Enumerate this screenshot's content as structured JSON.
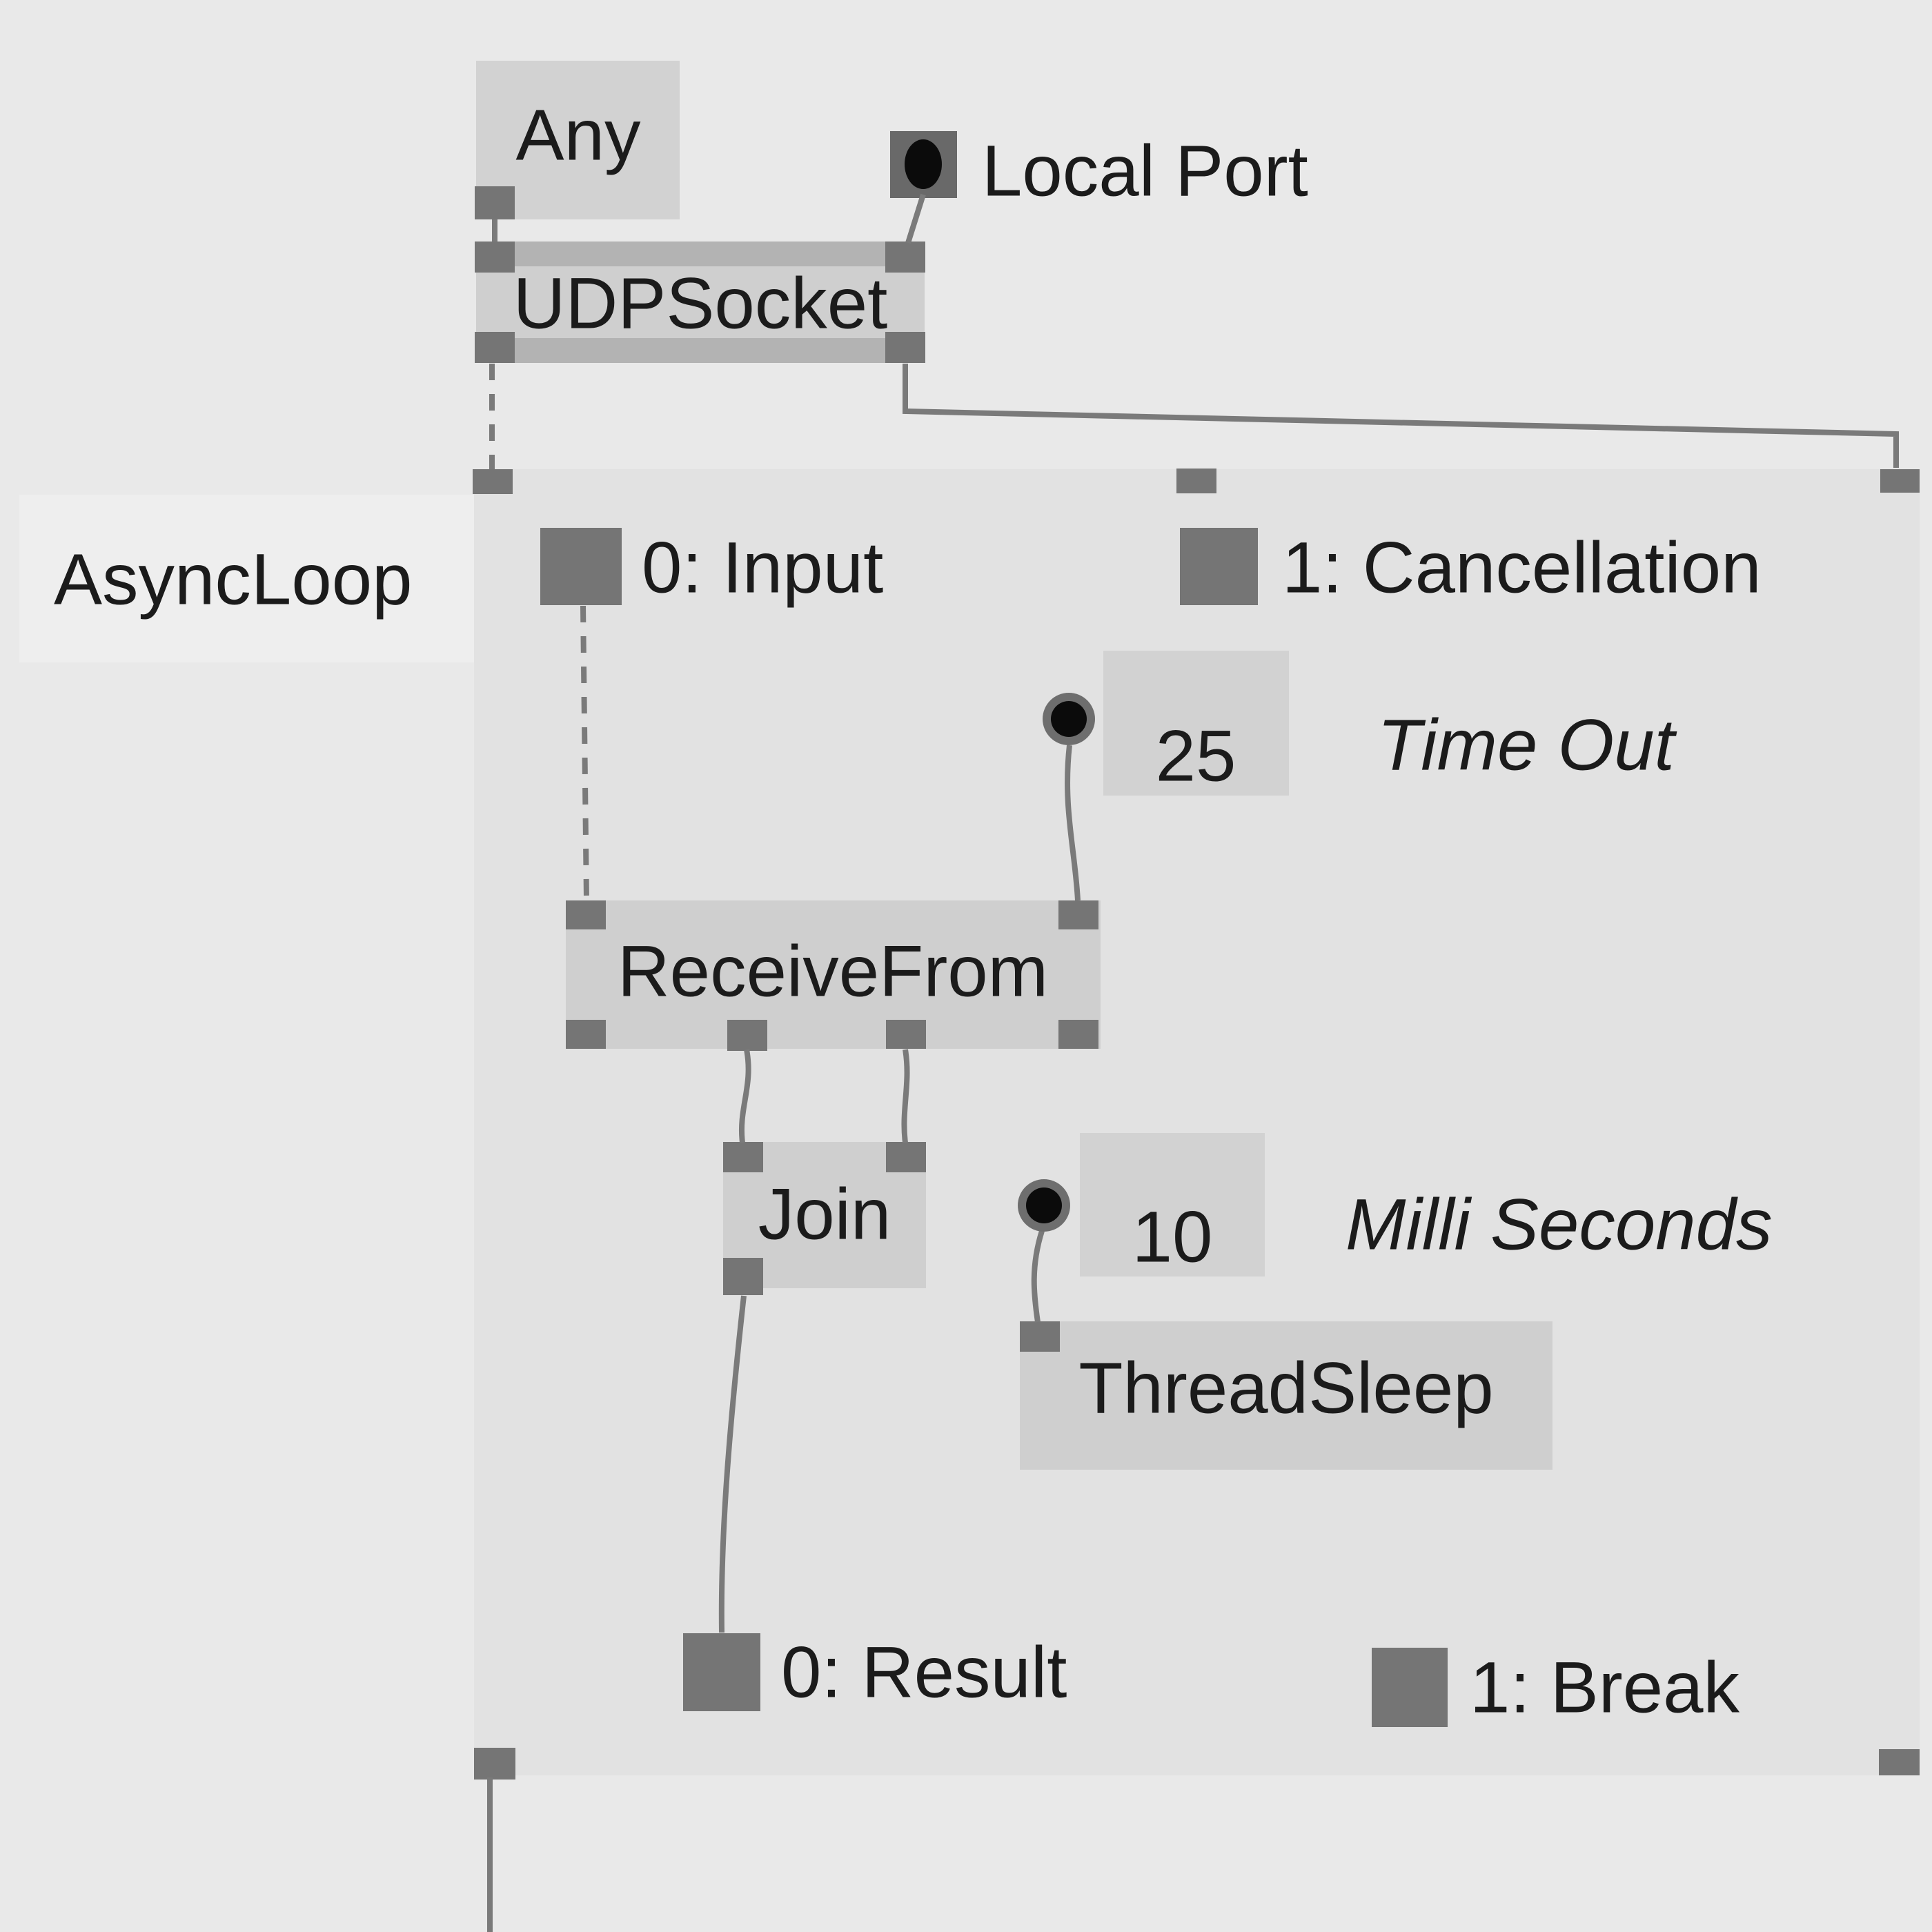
{
  "colors": {
    "background": "#e9e9e9",
    "region": "#e2e2e2",
    "region_label_box": "#eeeeee",
    "node_fill": "#cfcfcf",
    "node_strip": "#b3b3b3",
    "iobox_fill": "#d2d2d2",
    "pin": "#757575",
    "wire": "#7a7a7a",
    "text": "#1b1b1b",
    "dot": "#0b0b0b"
  },
  "nodes": {
    "any": {
      "label": "Any"
    },
    "udp_socket": {
      "label": "UDPSocket"
    },
    "receive_from": {
      "label": "ReceiveFrom"
    },
    "join": {
      "label": "Join"
    },
    "thread_sleep": {
      "label": "ThreadSleep"
    }
  },
  "region": {
    "label": "AsyncLoop",
    "pins": {
      "input": "0: Input",
      "cancellation": "1: Cancellation",
      "result": "0: Result",
      "break": "1: Break"
    }
  },
  "ioboxes": {
    "local_port": {
      "label": "Local Port"
    },
    "time_out": {
      "value": "25",
      "label": "Time Out"
    },
    "milli_seconds": {
      "value": "10",
      "label": "Milli Seconds"
    }
  }
}
